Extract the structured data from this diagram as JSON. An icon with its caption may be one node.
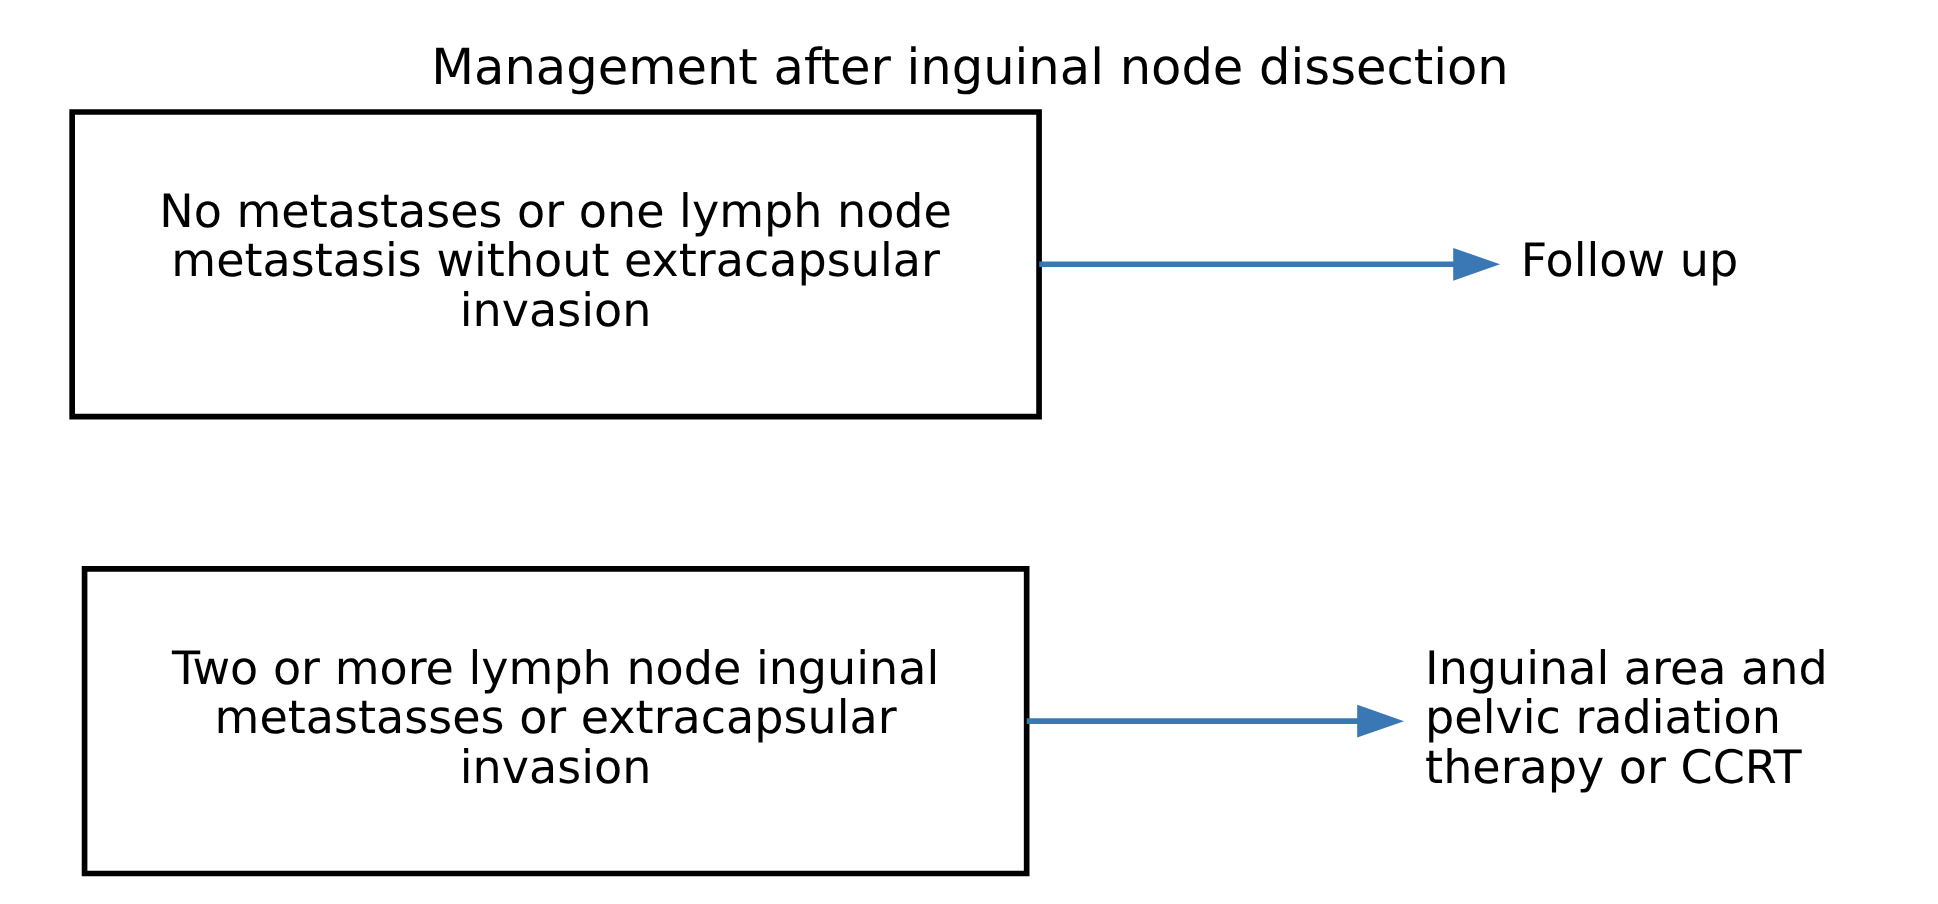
{
  "diagram": {
    "title": "Management after inguinal node dissection",
    "nodes": [
      {
        "text": [
          "No metastases or one lymph node metastasis without extracapsular invasion"
        ]
      },
      {
        "text": [
          "Follow up"
        ]
      },
      {
        "text": [
          "Two or more lymph node inguinal metastasses or extracapsular invasion"
        ]
      },
      {
        "text": [
          "Inguinal area and pelvic radiation therapy or CCRT"
        ]
      }
    ],
    "edges": [
      {
        "from": 0,
        "to": 1,
        "arrow": "to"
      },
      {
        "from": 2,
        "to": 3,
        "arrow": "to"
      }
    ]
  }
}
